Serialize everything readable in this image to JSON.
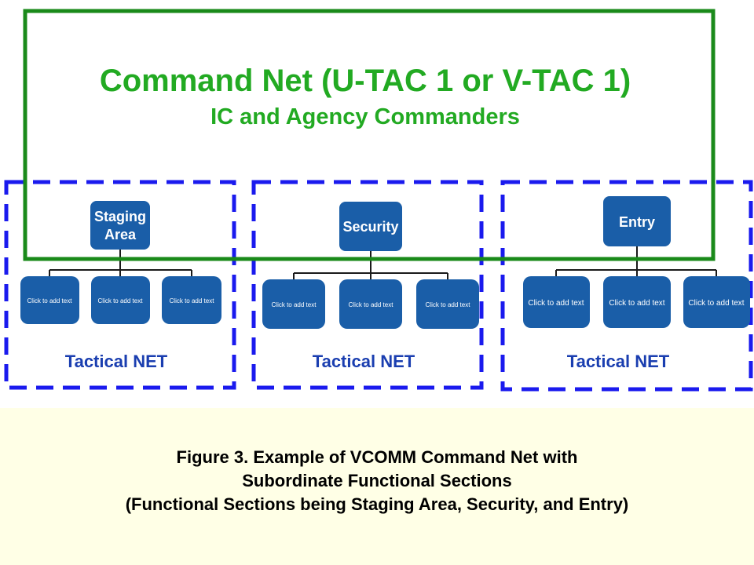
{
  "command_net": {
    "title": "Command Net (U-TAC 1 or V-TAC 1)",
    "subtitle": "IC and Agency Commanders"
  },
  "sections": [
    {
      "name": "Staging Area",
      "header_lines": [
        "Staging",
        "Area"
      ],
      "children": [
        "Click to add text",
        "Click to add text",
        "Click to add text"
      ],
      "net_label": "Tactical NET"
    },
    {
      "name": "Security",
      "header_lines": [
        "Security"
      ],
      "children": [
        "Click to add text",
        "Click to add text",
        "Click to add text"
      ],
      "net_label": "Tactical NET"
    },
    {
      "name": "Entry",
      "header_lines": [
        "Entry"
      ],
      "children": [
        "Click to add text",
        "Click to add text",
        "Click to add text"
      ],
      "net_label": "Tactical NET"
    }
  ],
  "caption": {
    "line1": "Figure 3.  Example of VCOMM Command Net with",
    "line2": "Subordinate Functional Sections",
    "line3": "(Functional Sections being Staging Area, Security, and Entry)"
  },
  "colors": {
    "command_net_border": "#1a8a1a",
    "command_net_text": "#22aa22",
    "section_border": "#1a1aee",
    "node_fill": "#1a5ea8",
    "node_text": "#ffffff",
    "net_label_text": "#1a3eb0",
    "connector": "#1a1a1a",
    "caption_background": "#ffffe6"
  }
}
